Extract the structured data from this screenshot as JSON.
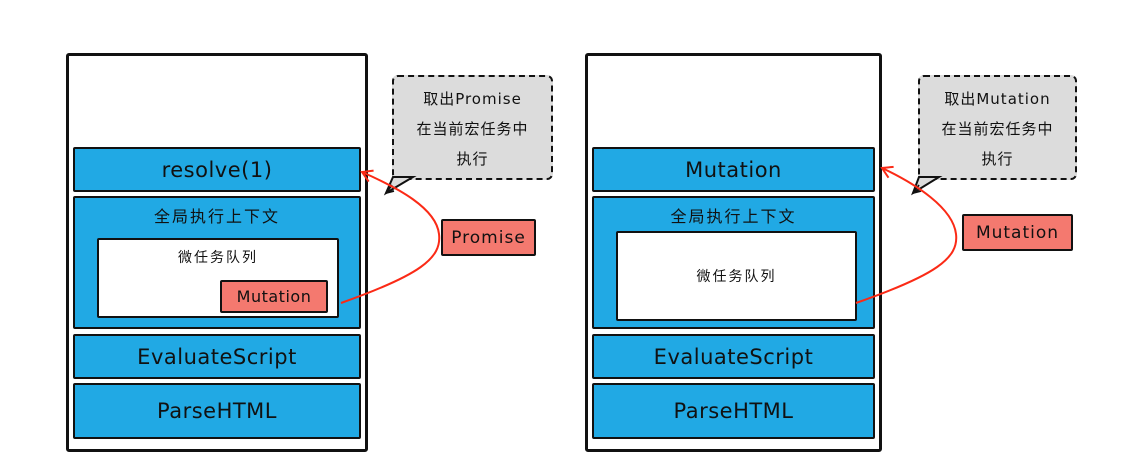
{
  "colors": {
    "stack_blue": "#21a9e4",
    "task_red": "#f4796f",
    "callout_gray": "#dcdcdc",
    "arrow_red": "#fb2a16",
    "outline": "#111111"
  },
  "diagrams": [
    {
      "side": "left",
      "stack": {
        "current_task": "resolve(1)",
        "context_label": "全局执行上下文",
        "queue_label": "微任务队列",
        "queue_items": [
          "Mutation"
        ],
        "lower_frames": [
          "EvaluateScript",
          "ParseHTML"
        ]
      },
      "callout": {
        "lines": [
          "取出Promise",
          "在当前宏任务中",
          "执行"
        ]
      },
      "task_tag": "Promise"
    },
    {
      "side": "right",
      "stack": {
        "current_task": "Mutation",
        "context_label": "全局执行上下文",
        "queue_label": "微任务队列",
        "queue_items": [],
        "lower_frames": [
          "EvaluateScript",
          "ParseHTML"
        ]
      },
      "callout": {
        "lines": [
          "取出Mutation",
          "在当前宏任务中",
          "执行"
        ]
      },
      "task_tag": "Mutation"
    }
  ]
}
